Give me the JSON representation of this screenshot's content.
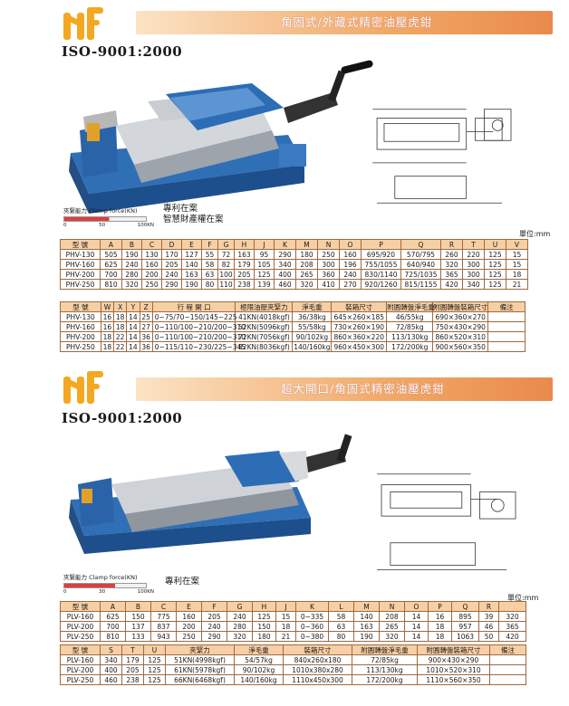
{
  "section1": {
    "title": "角固式/外藏式精密油壓虎鉗",
    "iso": "ISO-9001:2000",
    "notes": [
      "專利在案",
      "智慧財產權在案"
    ],
    "force_label": "夾緊能力 Clamp force(KN)",
    "force_ticks": [
      "0",
      "50",
      "100KN"
    ],
    "unit": "單位:mm",
    "table1": {
      "headers": [
        "型 號",
        "A",
        "B",
        "C",
        "D",
        "E",
        "F",
        "G",
        "H",
        "J",
        "K",
        "M",
        "N",
        "O",
        "P",
        "Q",
        "R",
        "T",
        "U",
        "V"
      ],
      "rows": [
        [
          "PHV-130",
          "505",
          "190",
          "130",
          "170",
          "127",
          "55",
          "72",
          "163",
          "95",
          "290",
          "180",
          "250",
          "160",
          "695/920",
          "570/795",
          "260",
          "220",
          "125",
          "15"
        ],
        [
          "PHV-160",
          "625",
          "240",
          "160",
          "205",
          "140",
          "58",
          "82",
          "179",
          "105",
          "340",
          "208",
          "300",
          "196",
          "755/1055",
          "640/940",
          "320",
          "300",
          "125",
          "15"
        ],
        [
          "PHV-200",
          "700",
          "280",
          "200",
          "240",
          "163",
          "63",
          "100",
          "205",
          "125",
          "400",
          "265",
          "360",
          "240",
          "830/1140",
          "725/1035",
          "365",
          "300",
          "125",
          "18"
        ],
        [
          "PHV-250",
          "810",
          "320",
          "250",
          "290",
          "190",
          "80",
          "110",
          "238",
          "139",
          "460",
          "320",
          "410",
          "270",
          "920/1260",
          "815/1155",
          "420",
          "340",
          "125",
          "21"
        ]
      ]
    },
    "table2": {
      "headers": [
        "型 號",
        "W",
        "X",
        "Y",
        "Z",
        "行 程 開 口",
        "極限油壓夾緊力",
        "淨毛重",
        "裝箱尺寸",
        "附圓轉盤淨毛重",
        "附圓轉盤裝箱尺寸",
        "備注"
      ],
      "rows": [
        [
          "PHV-130",
          "16",
          "18",
          "14",
          "25",
          "0~75/70~150/145~225",
          "41KN(4018kgf)",
          "36/38kg",
          "645×260×185",
          "46/55kg",
          "690×360×270",
          ""
        ],
        [
          "PHV-160",
          "16",
          "18",
          "14",
          "27",
          "0~110/100~210/200~310",
          "52KN(5096kgf)",
          "55/58kg",
          "730×260×190",
          "72/85kg",
          "750×430×290",
          ""
        ],
        [
          "PHV-200",
          "18",
          "22",
          "14",
          "36",
          "0~110/100~210/200~310",
          "72KN(7056kgf)",
          "90/102kg",
          "860×360×220",
          "113/130kg",
          "860×520×310",
          ""
        ],
        [
          "PHV-250",
          "18",
          "22",
          "14",
          "36",
          "0~115/110~230/225~345",
          "82KN(8036kgf)",
          "140/160kg",
          "960×450×300",
          "172/200kg",
          "900×560×350",
          ""
        ]
      ]
    }
  },
  "section2": {
    "title": "超大開口/角固式精密油壓虎鉗",
    "iso": "ISO-9001:2000",
    "notes": [
      "專利在案"
    ],
    "force_label": "夾緊能力 Clamp force(KN)",
    "force_ticks": [
      "0",
      "30",
      "100KN"
    ],
    "unit": "單位:mm",
    "table1": {
      "headers": [
        "型 號",
        "A",
        "B",
        "C",
        "E",
        "F",
        "G",
        "H",
        "J",
        "K",
        "L",
        "M",
        "N",
        "O",
        "P",
        "Q",
        "R"
      ],
      "rows": [
        [
          "PLV-160",
          "625",
          "150",
          "775",
          "160",
          "205",
          "240",
          "125",
          "15",
          "0~335",
          "58",
          "140",
          "208",
          "14",
          "16",
          "895",
          "39",
          "320"
        ],
        [
          "PLV-200",
          "700",
          "137",
          "837",
          "200",
          "240",
          "280",
          "150",
          "18",
          "0~360",
          "63",
          "163",
          "265",
          "14",
          "18",
          "957",
          "46",
          "365"
        ],
        [
          "PLV-250",
          "810",
          "133",
          "943",
          "250",
          "290",
          "320",
          "180",
          "21",
          "0~380",
          "80",
          "190",
          "320",
          "14",
          "18",
          "1063",
          "50",
          "420"
        ]
      ]
    },
    "table2": {
      "headers": [
        "型 號",
        "S",
        "T",
        "U",
        "夾緊力",
        "淨毛重",
        "裝箱尺寸",
        "附圓轉盤淨毛重",
        "附圓轉盤裝箱尺寸",
        "備注"
      ],
      "rows": [
        [
          "PLV-160",
          "340",
          "179",
          "125",
          "51KN(4998kgf)",
          "54/57kg",
          "840x260x180",
          "72/85kg",
          "900×430×290",
          ""
        ],
        [
          "PLV-200",
          "400",
          "205",
          "125",
          "61KN(5978kgf)",
          "90/102kg",
          "1010x380x280",
          "113/130kg",
          "1010×520×310",
          ""
        ],
        [
          "PLV-250",
          "460",
          "238",
          "125",
          "66KN(6468kgf)",
          "140/160kg",
          "1110x450x300",
          "172/200kg",
          "1110×560×350",
          ""
        ]
      ]
    }
  }
}
